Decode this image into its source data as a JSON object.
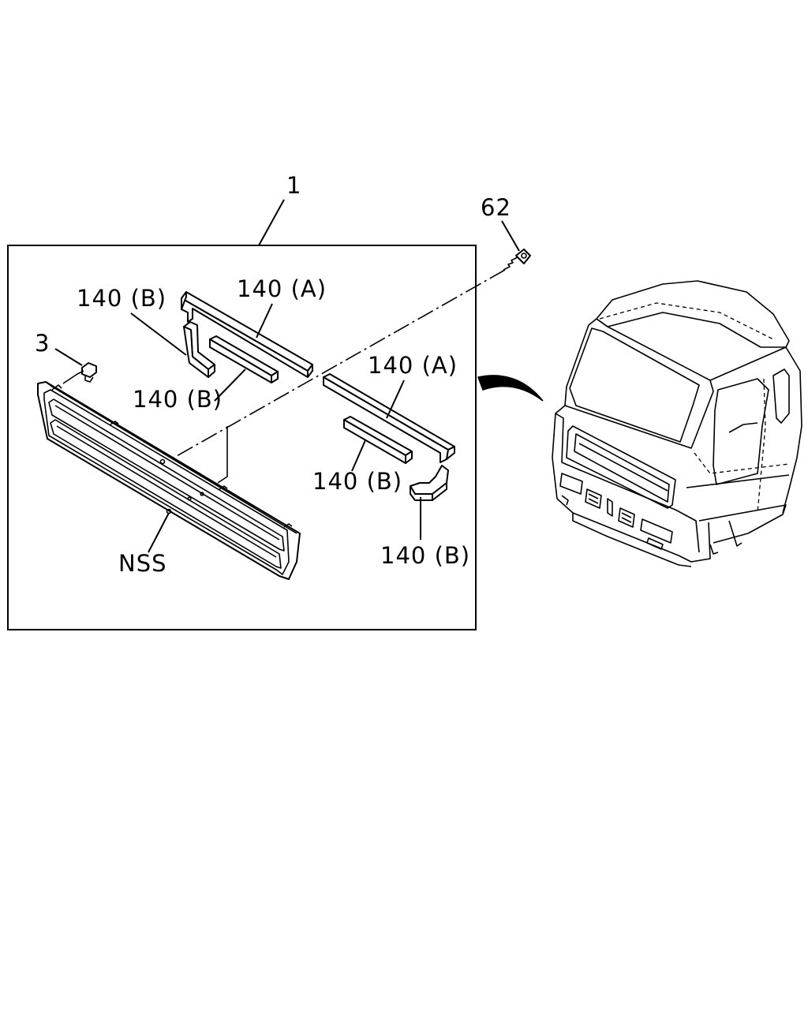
{
  "callouts": {
    "assembly": "1",
    "screw": "62",
    "clip": "3",
    "seal_a_left": "140 (A)",
    "seal_b_left_upper": "140 (B)",
    "seal_b_left_lower": "140 (B)",
    "seal_a_right": "140 (A)",
    "seal_b_right_upper": "140 (B)",
    "seal_b_right_lower": "140 (B)",
    "grille": "NSS"
  },
  "colors": {
    "line": "#000000",
    "background": "#ffffff"
  }
}
